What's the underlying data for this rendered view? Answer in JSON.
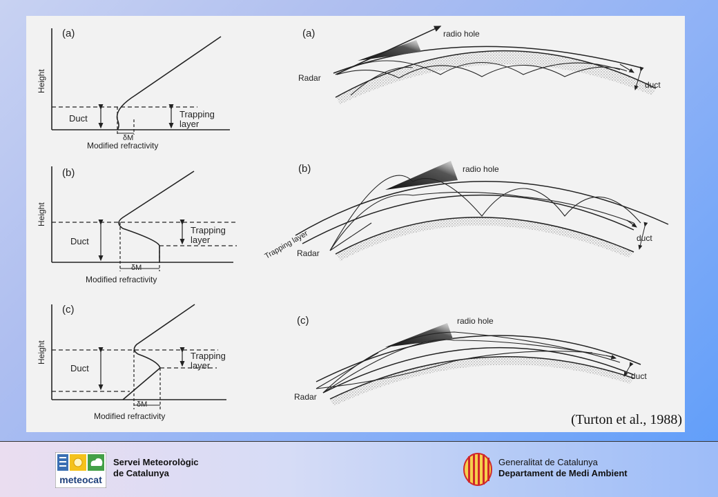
{
  "panels": [
    {
      "left_label": "(a)",
      "right_label": "(a)",
      "height_label": "Height",
      "duct_label": "Duct",
      "trapping_label": [
        "Trapping",
        "layer"
      ],
      "delta_label": "δM",
      "x_label": "Modified refractivity",
      "radio_hole": "radio hole",
      "radar": "Radar",
      "duct_right": "duct",
      "trapping_layer_curve": ""
    },
    {
      "left_label": "(b)",
      "right_label": "(b)",
      "height_label": "Height",
      "duct_label": "Duct",
      "trapping_label": [
        "Trapping",
        "layer"
      ],
      "delta_label": "δM",
      "x_label": "Modified refractivity",
      "radio_hole": "radio hole",
      "radar": "Radar",
      "duct_right": "duct",
      "trapping_layer_curve": "Trapping layer"
    },
    {
      "left_label": "(c)",
      "right_label": "(c)",
      "height_label": "Height",
      "duct_label": "Duct",
      "trapping_label": [
        "Trapping",
        "layer"
      ],
      "delta_label": "δM",
      "x_label": "Modified refractivity",
      "radio_hole": "radio hole",
      "radar": "Radar",
      "duct_right": "duct",
      "trapping_layer_curve": ""
    }
  ],
  "citation": "(Turton et al., 1988)",
  "footer": {
    "left_logo_text": "meteocat",
    "left_org": [
      "Servei Meteorològic",
      "de Catalunya"
    ],
    "right_org": [
      "Generalitat de Catalunya",
      "Departament de Medi Ambient"
    ]
  },
  "colors": {
    "background_accent": "#5c9cfa",
    "figure_bg": "#f2f2f2",
    "logo_blue": "#3a6fb3",
    "logo_yellow": "#f4c21c",
    "logo_green": "#43a047",
    "generalitat_red": "#d0282a"
  }
}
